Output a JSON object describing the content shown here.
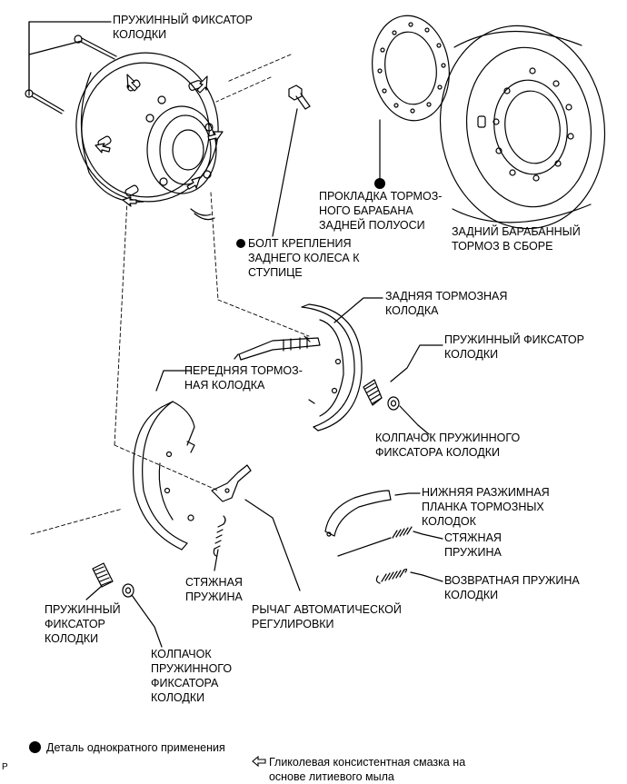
{
  "labels": {
    "shoe_hold_down_spring_pin": "ПРУЖИННЫЙ ФИКСАТОР\nКОЛОДКИ",
    "drum_gasket": "ПРОКЛАДКА ТОРМОЗ-\nНОГО БАРАБАНА\nЗАДНЕЙ ПОЛУОСИ",
    "drum_assembly": "ЗАДНИЙ БАРАБАННЫЙ\nТОРМОЗ В СБОРЕ",
    "hub_bolt": "БОЛТ КРЕПЛЕНИЯ\nЗАДНЕГО КОЛЕСА К\nСТУПИЦЕ",
    "rear_shoe": "ЗАДНЯЯ ТОРМОЗНАЯ\nКОЛОДКА",
    "hold_down_spring_right": "ПРУЖИННЫЙ ФИКСАТОР\nКОЛОДКИ",
    "front_shoe": "ПЕРЕДНЯЯ ТОРМОЗ-\nНАЯ КОЛОДКА",
    "cup_right": "КОЛПАЧОК ПРУЖИННОГО\nФИКСАТОРА КОЛОДКИ",
    "strut": "НИЖНЯЯ РАЗЖИМНАЯ\nПЛАНКА ТОРМОЗНЫХ\nКОЛОДОК",
    "tension_spring_right": "СТЯЖНАЯ\nПРУЖИНА",
    "return_spring": "ВОЗВРАТНАЯ ПРУЖИНА\nКОЛОДКИ",
    "tension_spring_center": "СТЯЖНАЯ\nПРУЖИНА",
    "adjust_lever": "РЫЧАГ АВТОМАТИЧЕСКОЙ\nРЕГУЛИРОВКИ",
    "hold_down_spring_left": "ПРУЖИННЫЙ\nФИКСАТОР\nКОЛОДКИ",
    "cup_left": "КОЛПАЧОК\nПРУЖИННОГО\nФИКСАТОРА\nКОЛОДКИ"
  },
  "legend": {
    "non_reusable": "Деталь однократного применения",
    "grease": "Гликолевая консистентная смазка на\nоснове литиевого мыла"
  },
  "corner_code": "P"
}
